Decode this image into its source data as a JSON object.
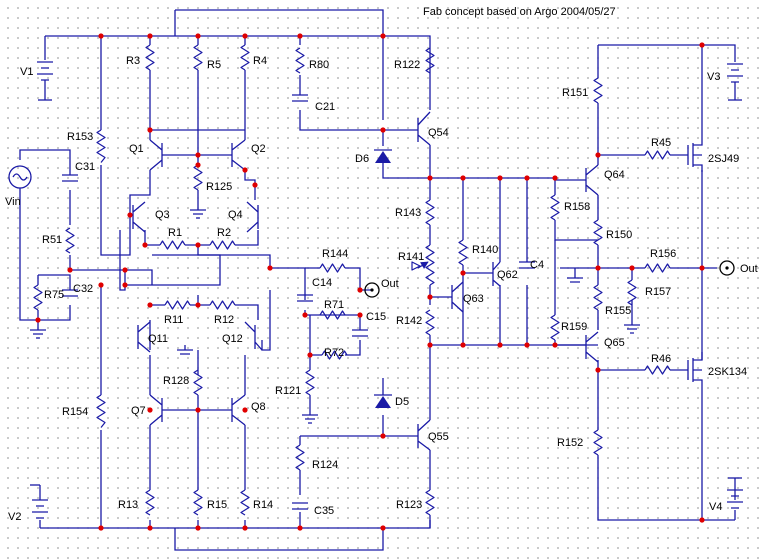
{
  "title": "Fab concept based on Argo 2004/05/27",
  "labels": {
    "V1": "V1",
    "V2": "V2",
    "V3": "V3",
    "V4": "V4",
    "Vin": "Vin",
    "Out": "Out",
    "Out2": "Out",
    "R3": "R3",
    "R5": "R5",
    "R4": "R4",
    "R80": "R80",
    "C21": "C21",
    "R122": "R122",
    "R151": "R151",
    "R153": "R153",
    "C31": "C31",
    "R51": "R51",
    "R75": "R75",
    "C32": "C32",
    "R154": "R154",
    "Q1": "Q1",
    "Q2": "Q2",
    "R125": "R125",
    "Q3": "Q3",
    "Q4": "Q4",
    "R1": "R1",
    "R2": "R2",
    "R11": "R11",
    "R12": "R12",
    "Q11": "Q11",
    "Q12": "Q12",
    "R128": "R128",
    "Q7": "Q7",
    "Q8": "Q8",
    "R13": "R13",
    "R15": "R15",
    "R14": "R14",
    "R144": "R144",
    "C14": "C14",
    "R71": "R71",
    "C15": "C15",
    "R72": "R72",
    "R121": "R121",
    "Q54": "Q54",
    "D6": "D6",
    "R143": "R143",
    "R141": "R141",
    "R140": "R140",
    "Q62": "Q62",
    "C4": "C4",
    "R142": "R142",
    "Q63": "Q63",
    "D5": "D5",
    "Q55": "Q55",
    "R124": "R124",
    "C35": "C35",
    "R123": "R123",
    "R158": "R158",
    "R150": "R150",
    "R156": "R156",
    "R157": "R157",
    "R155": "R155",
    "R159": "R159",
    "Q64": "Q64",
    "Q65": "Q65",
    "R45": "R45",
    "R46": "R46",
    "J49": "2SJ49",
    "K134": "2SK134",
    "R152": "R152"
  }
}
